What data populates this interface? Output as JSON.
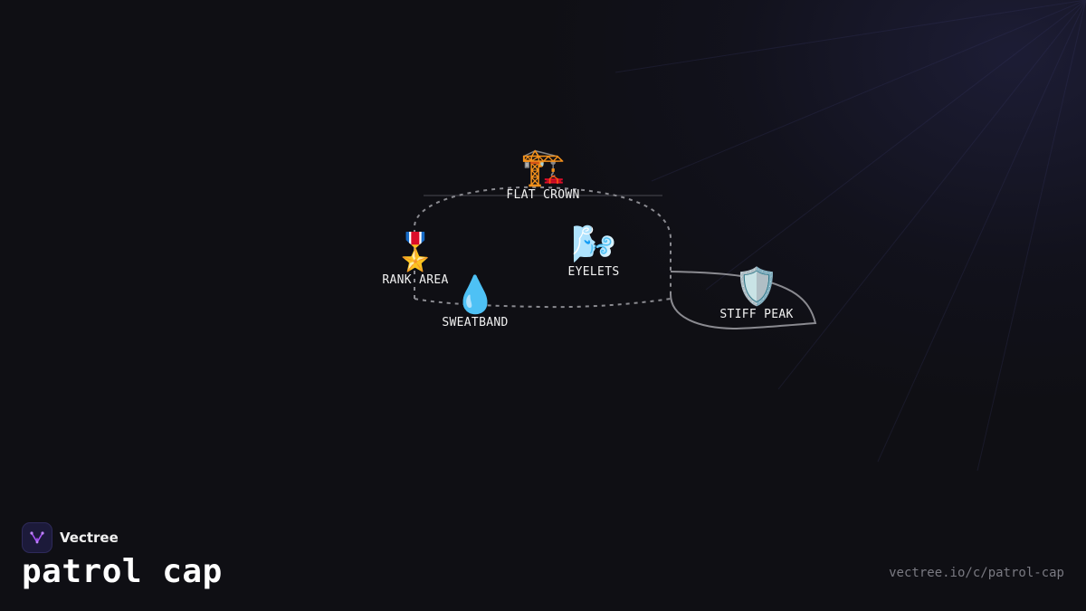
{
  "brand": {
    "name": "Vectree",
    "logo_icon": "fork-branch-icon"
  },
  "title": "patrol cap",
  "url": "vectree.io/c/patrol-cap",
  "nodes": {
    "flat_crown": {
      "label": "FLAT CROWN",
      "emoji": "🏗️",
      "icon": "crane-icon"
    },
    "rank_area": {
      "label": "RANK AREA",
      "emoji": "🎖️",
      "icon": "medal-icon"
    },
    "sweatband": {
      "label": "SWEATBAND",
      "emoji": "💧",
      "icon": "droplet-icon"
    },
    "eyelets": {
      "label": "EYELETS",
      "emoji": "🌬️",
      "icon": "wind-face-icon"
    },
    "stiff_peak": {
      "label": "STIFF PEAK",
      "emoji": "🛡️",
      "icon": "shield-icon"
    }
  },
  "colors": {
    "background": "#0f0f14",
    "outline_stroke": "#8a8a90",
    "label_text": "#f2f2f2",
    "url_text": "#7a7a82",
    "logo_accent": "#a855f7"
  }
}
